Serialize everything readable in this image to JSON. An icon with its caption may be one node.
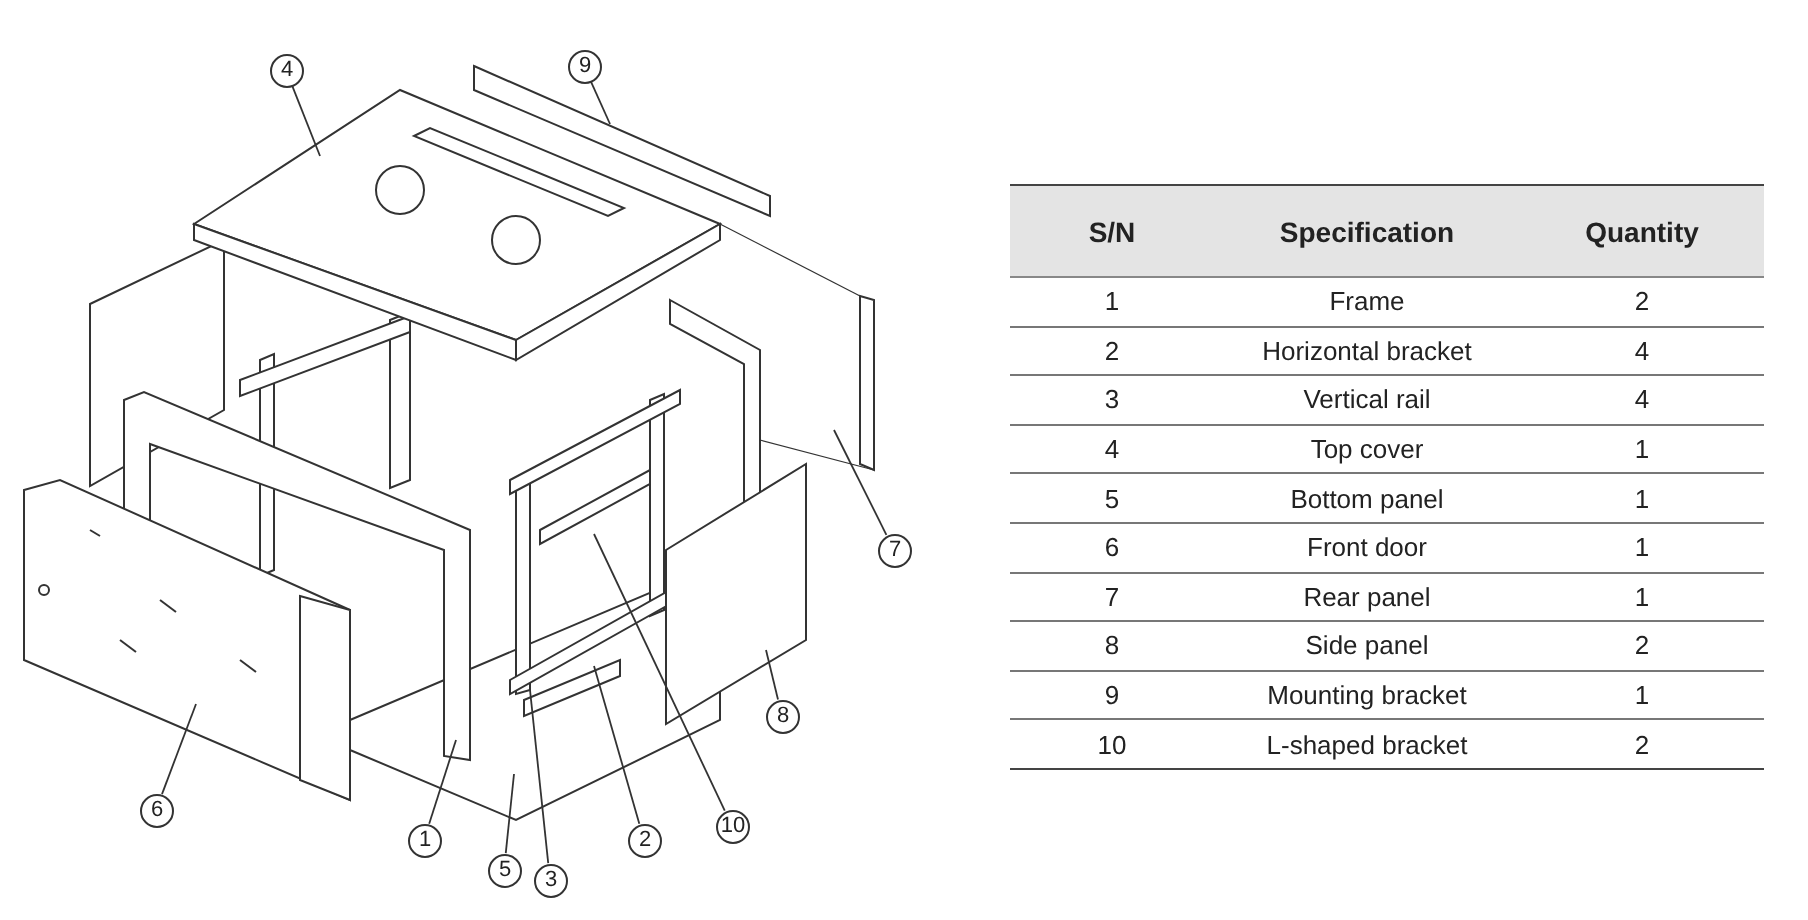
{
  "diagram": {
    "nodes": [
      {
        "text": [
          "4"
        ]
      },
      {
        "text": [
          "9"
        ]
      },
      {
        "text": [
          "7"
        ]
      },
      {
        "text": [
          "8"
        ]
      },
      {
        "text": [
          "6"
        ]
      },
      {
        "text": [
          "1"
        ]
      },
      {
        "text": [
          "10"
        ]
      },
      {
        "text": [
          "2"
        ]
      },
      {
        "text": [
          "5"
        ]
      },
      {
        "text": [
          "3"
        ]
      }
    ],
    "edges": [
      {
        "from": 0,
        "to": null,
        "arrow": "none"
      },
      {
        "from": 1,
        "to": null,
        "arrow": "none"
      },
      {
        "from": 2,
        "to": null,
        "arrow": "none"
      },
      {
        "from": 3,
        "to": null,
        "arrow": "none"
      },
      {
        "from": 4,
        "to": null,
        "arrow": "none"
      },
      {
        "from": 5,
        "to": null,
        "arrow": "none"
      },
      {
        "from": 6,
        "to": null,
        "arrow": "none"
      },
      {
        "from": 7,
        "to": null,
        "arrow": "none"
      },
      {
        "from": 8,
        "to": null,
        "arrow": "none"
      },
      {
        "from": 9,
        "to": null,
        "arrow": "none"
      }
    ],
    "labels": [
      "S/N",
      "Specification",
      "Quantity",
      "1",
      "Frame",
      "2",
      "2",
      "Horizontal bracket",
      "4",
      "3",
      "Vertical rail",
      "4",
      "4",
      "Top cover",
      "1",
      "5",
      "Bottom panel",
      "1",
      "6",
      "Front door",
      "1",
      "7",
      "Rear panel",
      "1",
      "8",
      "Side panel",
      "2",
      "9",
      "Mounting bracket",
      "1",
      "10",
      "L-shaped bracket",
      "2"
    ]
  }
}
